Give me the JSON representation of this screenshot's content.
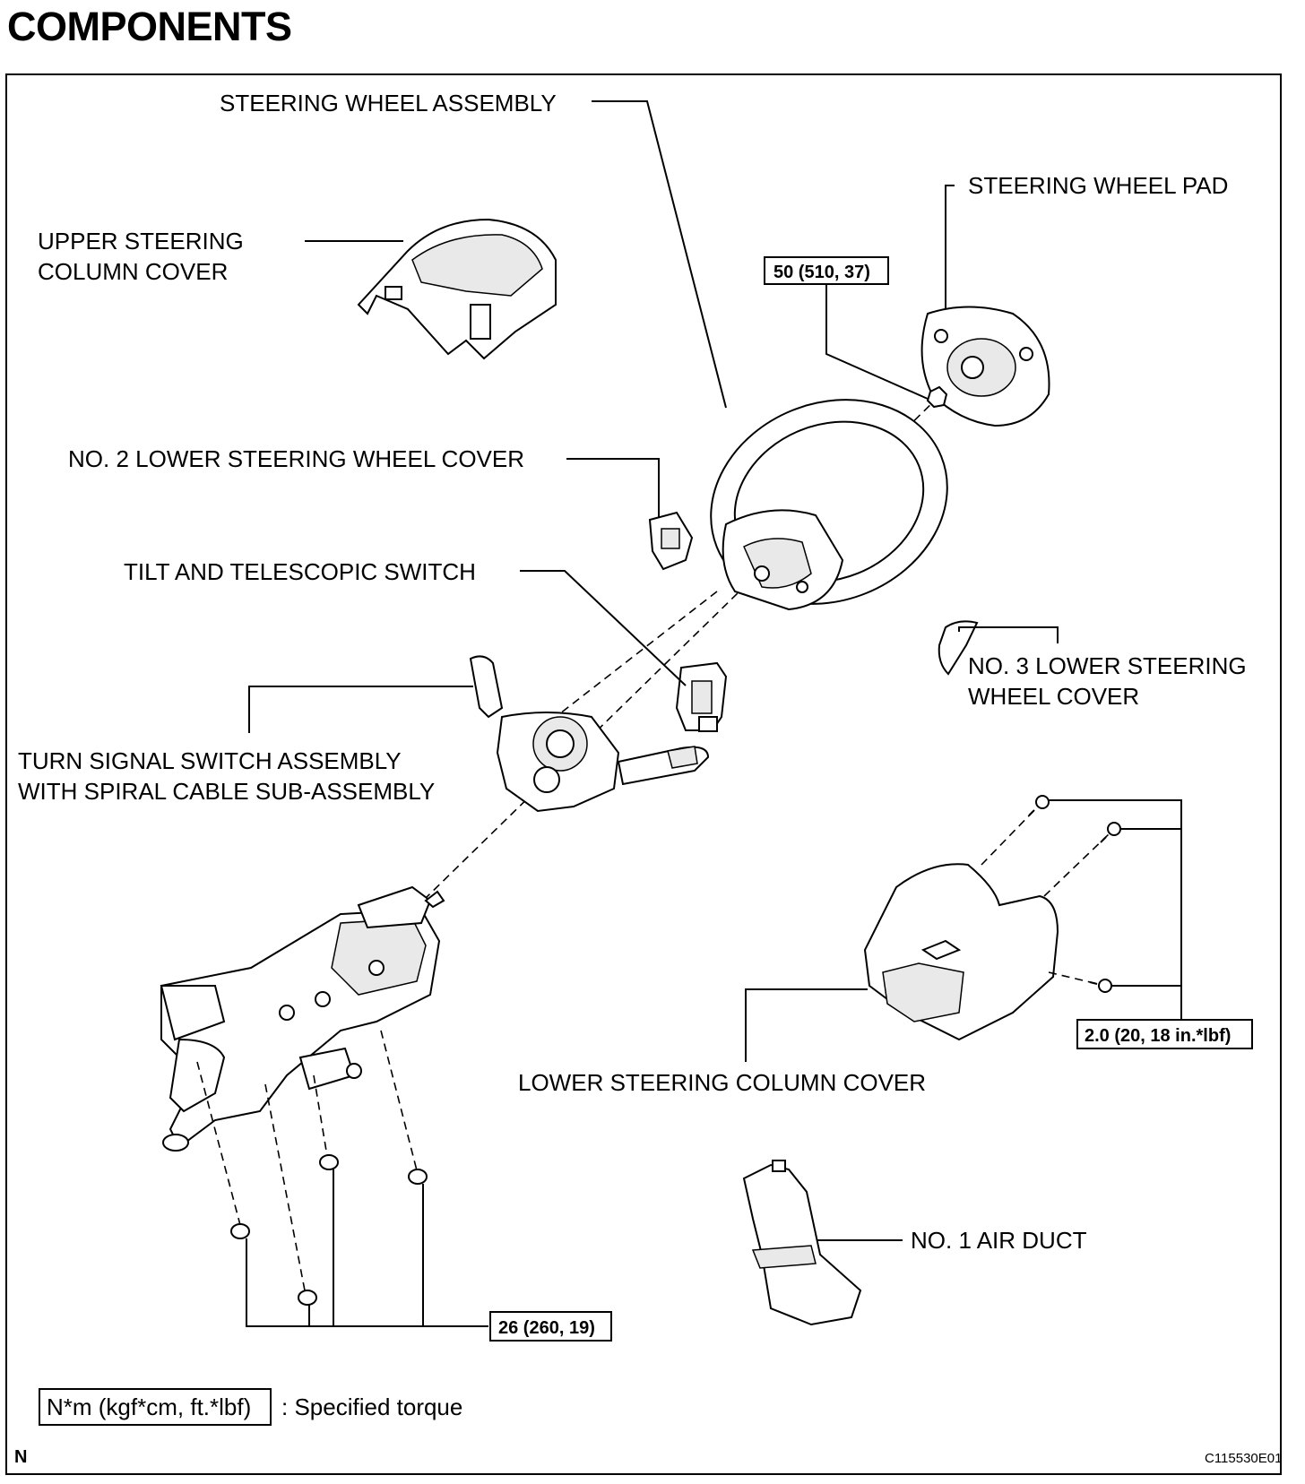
{
  "page_title": "COMPONENTS",
  "labels": {
    "steering_wheel_assembly": "STEERING WHEEL ASSEMBLY",
    "steering_wheel_pad": "STEERING WHEEL PAD",
    "upper_cover_line1": "UPPER STEERING",
    "upper_cover_line2": "COLUMN COVER",
    "no2_lower_cover": "NO. 2 LOWER STEERING WHEEL COVER",
    "tilt_switch": "TILT AND TELESCOPIC SWITCH",
    "no3_lower_line1": "NO. 3 LOWER STEERING",
    "no3_lower_line2": "WHEEL COVER",
    "turn_signal_line1": "TURN SIGNAL SWITCH ASSEMBLY",
    "turn_signal_line2": "WITH SPIRAL CABLE SUB-ASSEMBLY",
    "lower_column_cover": "LOWER STEERING COLUMN COVER",
    "no1_air_duct": "NO. 1 AIR DUCT"
  },
  "torques": {
    "nut_wheel": "50 (510, 37)",
    "screw_cover": "2.0 (20, 18 in.*lbf)",
    "nut_column": "26 (260, 19)"
  },
  "legend": {
    "box_text": "N*m (kgf*cm, ft.*lbf)",
    "description": ": Specified torque"
  },
  "footer": {
    "orientation_mark": "N",
    "figure_code": "C115530E01"
  }
}
